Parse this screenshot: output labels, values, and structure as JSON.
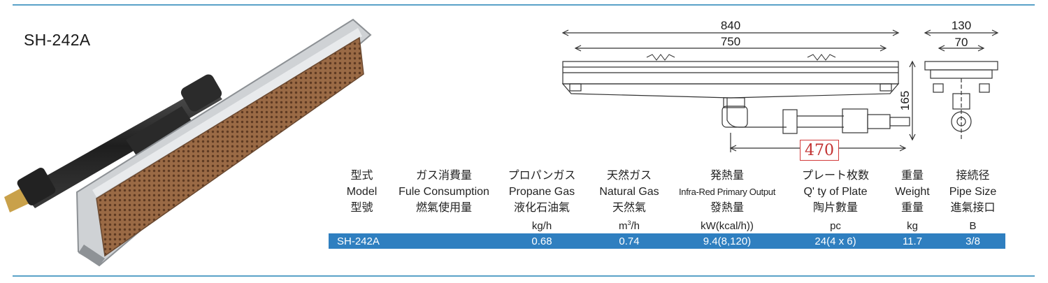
{
  "page": {
    "model_title": "SH-242A"
  },
  "drawing": {
    "dim_total_length": "840",
    "dim_plate_length": "750",
    "dim_height": "165",
    "dim_total_width": "130",
    "dim_inner_width": "70",
    "dim_pipe_length": "470"
  },
  "table": {
    "columns": [
      {
        "jp": "型式",
        "en": "Model",
        "zh": "型號",
        "unit": ""
      },
      {
        "jp": "ガス消費量",
        "en": "Fule Consumption",
        "zh": "燃氣使用量",
        "unit": ""
      },
      {
        "jp": "プロパンガス",
        "en": "Propane Gas",
        "zh": "液化石油氣",
        "unit": "kg/h"
      },
      {
        "jp": "天然ガス",
        "en": "Natural Gas",
        "zh": "天然氣",
        "unit": "m",
        "unit_sup": "3",
        "unit_tail": "/h"
      },
      {
        "jp": "発熱量",
        "en": "Infra-Red Primary Output",
        "zh": "發熱量",
        "unit": "kW(kcal/h))"
      },
      {
        "jp": "プレート枚数",
        "en": "Q' ty of Plate",
        "zh": "陶片數量",
        "unit": "pc"
      },
      {
        "jp": "重量",
        "en": "Weight",
        "zh": "重量",
        "unit": "kg"
      },
      {
        "jp": "接続径",
        "en": "Pipe Size",
        "zh": "進氣接口",
        "unit": "B"
      }
    ],
    "row": [
      "SH-242A",
      "",
      "0.68",
      "0.74",
      "9.4(8,120)",
      "24(4 x 6)",
      "11.7",
      "3/8"
    ]
  },
  "colors": {
    "rule": "#5aa2c8",
    "row_bg": "#2f7fc0",
    "marker": "#d23b3b"
  }
}
